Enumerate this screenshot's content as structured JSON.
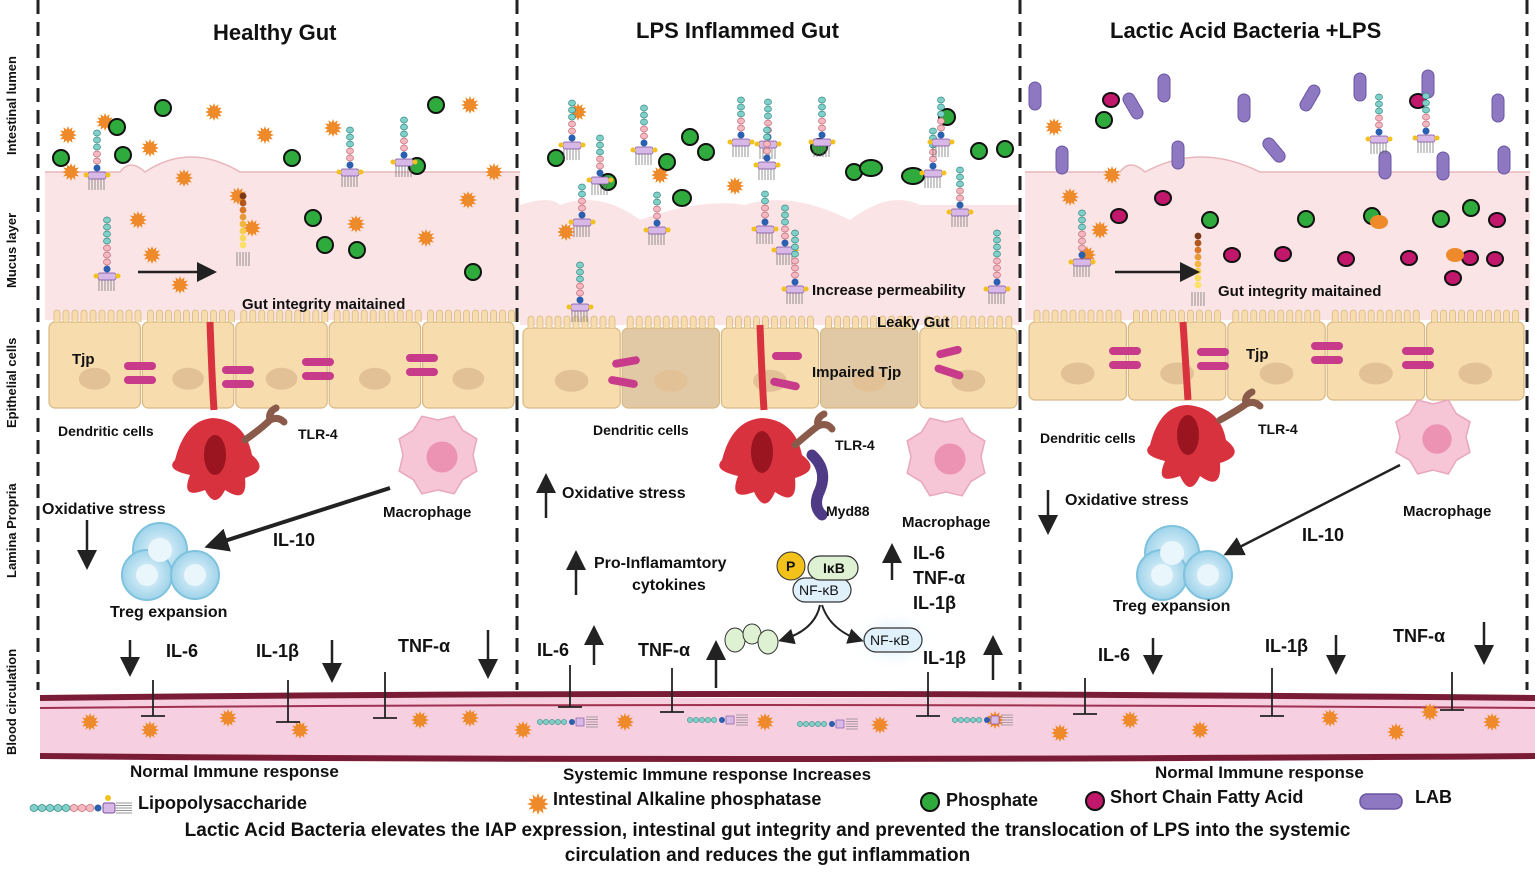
{
  "panels": {
    "healthy": {
      "title": "Healthy Gut",
      "gut_integrity": "Gut integrity maitained",
      "tjp": "Tjp",
      "dendritic": "Dendritic cells",
      "tlr4": "TLR-4",
      "oxidative": "Oxidative stress",
      "macrophage": "Macrophage",
      "il10": "IL-10",
      "treg": "Treg expansion",
      "il6": "IL-6",
      "il1b": "IL-1β",
      "tnfa": "TNF-α",
      "response": "Normal Immune response"
    },
    "lps": {
      "title": "LPS Inflammed Gut",
      "increase_perm": "Increase permeability",
      "leaky": "Leaky Gut",
      "impaired": "Impaired Tjp",
      "dendritic": "Dendritic cells",
      "tlr4": "TLR-4",
      "myd88": "Myd88",
      "macrophage": "Macrophage",
      "oxidative": "Oxidative stress",
      "proinf_line1": "Pro-Inflamamtory",
      "proinf_line2": "cytokines",
      "p": "P",
      "ikb": "IκB",
      "nfkb": "NF-κB",
      "nfkb2": "NF-κB",
      "cyt_il6": "IL-6",
      "cyt_tnfa": "TNF-α",
      "cyt_il1b": "IL-1β",
      "il6": "IL-6",
      "tnfa": "TNF-α",
      "il1b": "IL-1β",
      "response": "Systemic Immune response Increases"
    },
    "lab": {
      "title": "Lactic Acid Bacteria +LPS",
      "gut_integrity": "Gut integrity maitained",
      "tjp": "Tjp",
      "dendritic": "Dendritic cells",
      "tlr4": "TLR-4",
      "oxidative": "Oxidative stress",
      "macrophage": "Macrophage",
      "il10": "IL-10",
      "treg": "Treg expansion",
      "il6": "IL-6",
      "il1b": "IL-1β",
      "tnfa": "TNF-α",
      "response": "Normal Immune response"
    }
  },
  "side_labels": {
    "lumen": "Intestinal lumen",
    "mucus": "Mucus layer",
    "epithelial": "Epithelial cells",
    "lamina": "Lamina Propria",
    "blood": "Blood circulation"
  },
  "legend": {
    "lps": "Lipopolysaccharide",
    "iap": "Intestinal Alkaline phosphatase",
    "phosphate": "Phosphate",
    "scfa": "Short Chain Fatty Acid",
    "lab": "LAB"
  },
  "caption": {
    "line1": "Lactic Acid Bacteria elevates the IAP expression, intestinal gut integrity and prevented the translocation of LPS into the systemic",
    "line2": "circulation and reduces the gut inflammation"
  },
  "colors": {
    "mucus": "#fbe4e6",
    "epithelium": "#f7dcae",
    "impaired_cell": "#e2c9a6",
    "iap": "#ef8a2a",
    "phosphate": "#2faa3c",
    "scfa": "#c2186b",
    "lab": "#8f78c2",
    "tjp": "#c83a8a",
    "dendritic": "#d9323f",
    "macrophage": "#f7c6d6",
    "treg": "#bfe3f3",
    "vessel": "#7a1c35",
    "blood": "#f6cfe0"
  }
}
